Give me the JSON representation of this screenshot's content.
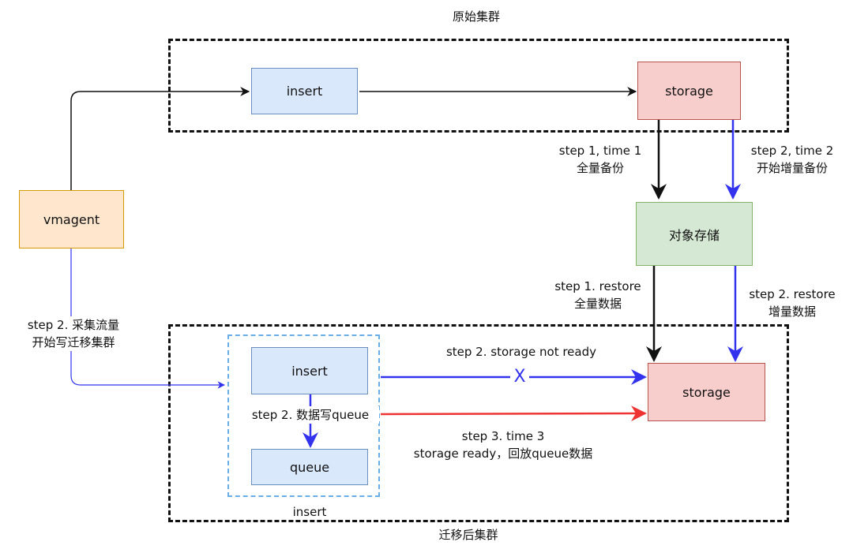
{
  "clusters": {
    "original_title": "原始集群",
    "migrated_title": "迁移后集群"
  },
  "nodes": {
    "insert_top": "insert",
    "storage_top": "storage",
    "vmagent": "vmagent",
    "object_storage": "对象存储",
    "insert_bottom": "insert",
    "queue": "queue",
    "storage_bottom": "storage",
    "insert_group_label": "insert"
  },
  "edge_labels": {
    "step1_backup_line1": "step 1, time 1",
    "step1_backup_line2": "全量备份",
    "step2_backup_line1": "step 2, time 2",
    "step2_backup_line2": "开始增量备份",
    "step1_restore_line1": "step 1. restore",
    "step1_restore_line2": "全量数据",
    "step2_restore_line1": "step 2. restore",
    "step2_restore_line2": "增量数据",
    "vmagent_step_line1": "step 2. 采集流量",
    "vmagent_step_line2": "开始写迁移集群",
    "not_ready": "step 2. storage not ready",
    "blocked_mark": "X",
    "queue_write": "step 2. 数据写queue",
    "replay_line1": "step 3. time 3",
    "replay_line2": "storage ready，回放queue数据"
  },
  "colors": {
    "black_edge": "#111111",
    "blue_edge": "#3333ee",
    "red_edge": "#ee3333"
  }
}
